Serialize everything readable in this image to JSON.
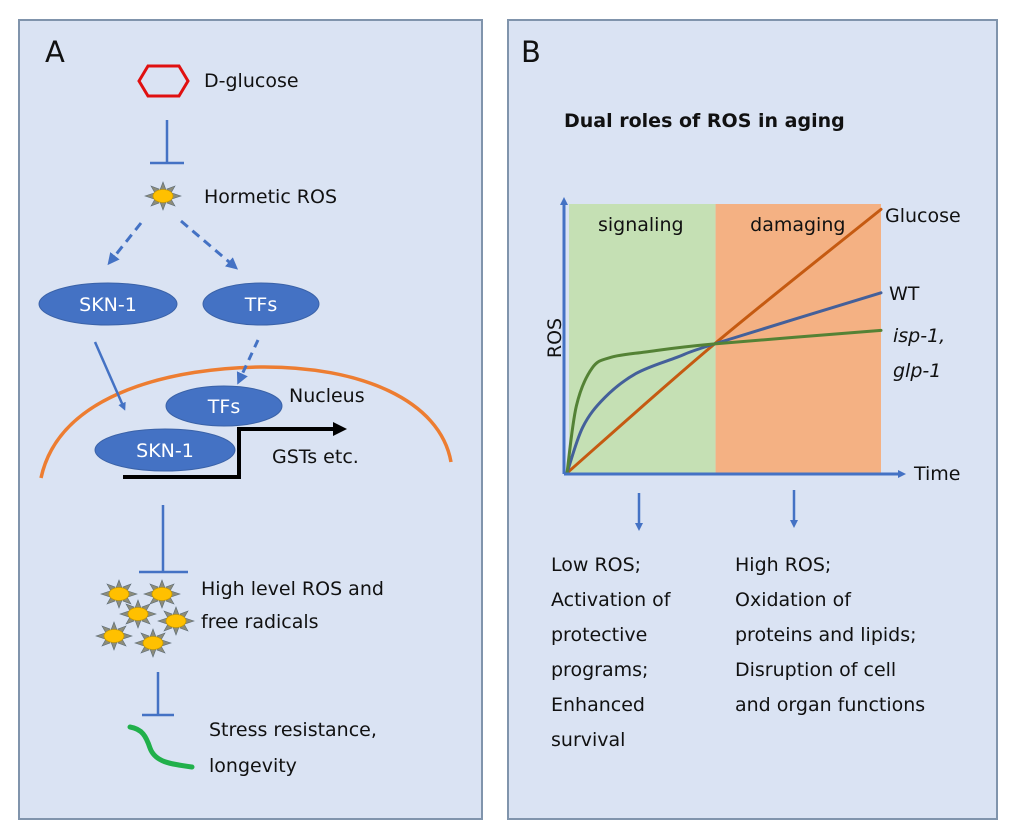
{
  "panel_a": {
    "label": "A",
    "glucose": "D-glucose",
    "hormetic_ros": "Hormetic ROS",
    "skn1_cytoplasm": "SKN-1",
    "tfs_cytoplasm": "TFs",
    "tfs_nucleus": "TFs",
    "nucleus": "Nucleus",
    "skn1_nucleus": "SKN-1",
    "target_genes": "GSTs etc.",
    "high_ros_line1": "High level ROS and",
    "high_ros_line2": "free radicals",
    "outcome_line1": "Stress resistance,",
    "outcome_line2": "longevity",
    "colors": {
      "panel_fill": "#dae3f3",
      "panel_border": "#8094ac",
      "node_blue": "#4472c4",
      "arrow_blue": "#4472c4",
      "nucleus_orange": "#ed7d31",
      "glucose_red": "#e01010",
      "worm_green": "#21b04b",
      "ros_yellow": "#ffc000"
    }
  },
  "panel_b": {
    "label": "B",
    "title": "Dual roles of ROS in aging",
    "left_effects": [
      "Low ROS;",
      "Activation of",
      "protective",
      "programs;",
      "Enhanced",
      "survival"
    ],
    "right_effects": [
      "High ROS;",
      "Oxidation of",
      "proteins and lipids;",
      "Disruption of cell",
      "and organ functions"
    ]
  },
  "chart_data": {
    "type": "line",
    "title": "Dual roles of ROS in aging",
    "xlabel": "Time",
    "ylabel": "ROS",
    "grid": false,
    "ticks": "none",
    "xlim": [
      0,
      1
    ],
    "ylim": [
      0,
      1
    ],
    "regions": [
      {
        "name": "signaling",
        "x": [
          0,
          0.47
        ],
        "color": "#c5e0b4"
      },
      {
        "name": "damaging",
        "x": [
          0.47,
          1.0
        ],
        "color": "#f4b183"
      }
    ],
    "series": [
      {
        "name": "Glucose",
        "color": "#c55a11",
        "shape": "linear",
        "x": [
          0,
          0.47,
          1.0
        ],
        "y": [
          0,
          0.48,
          0.98
        ]
      },
      {
        "name": "WT",
        "color": "#44609a",
        "shape": "concave-then-linear",
        "x": [
          0,
          0.05,
          0.12,
          0.22,
          0.35,
          0.47,
          1.0
        ],
        "y": [
          0,
          0.17,
          0.28,
          0.37,
          0.43,
          0.48,
          0.67
        ]
      },
      {
        "name": "isp-1, glp-1",
        "label_italic": true,
        "color": "#548235",
        "shape": "saturating",
        "x": [
          0,
          0.03,
          0.08,
          0.14,
          0.25,
          0.47,
          1.0
        ],
        "y": [
          0,
          0.25,
          0.39,
          0.43,
          0.45,
          0.48,
          0.53
        ]
      }
    ],
    "series_labels": [
      "Glucose",
      "WT",
      "isp-1,",
      "glp-1"
    ],
    "legend": "inline-right"
  }
}
